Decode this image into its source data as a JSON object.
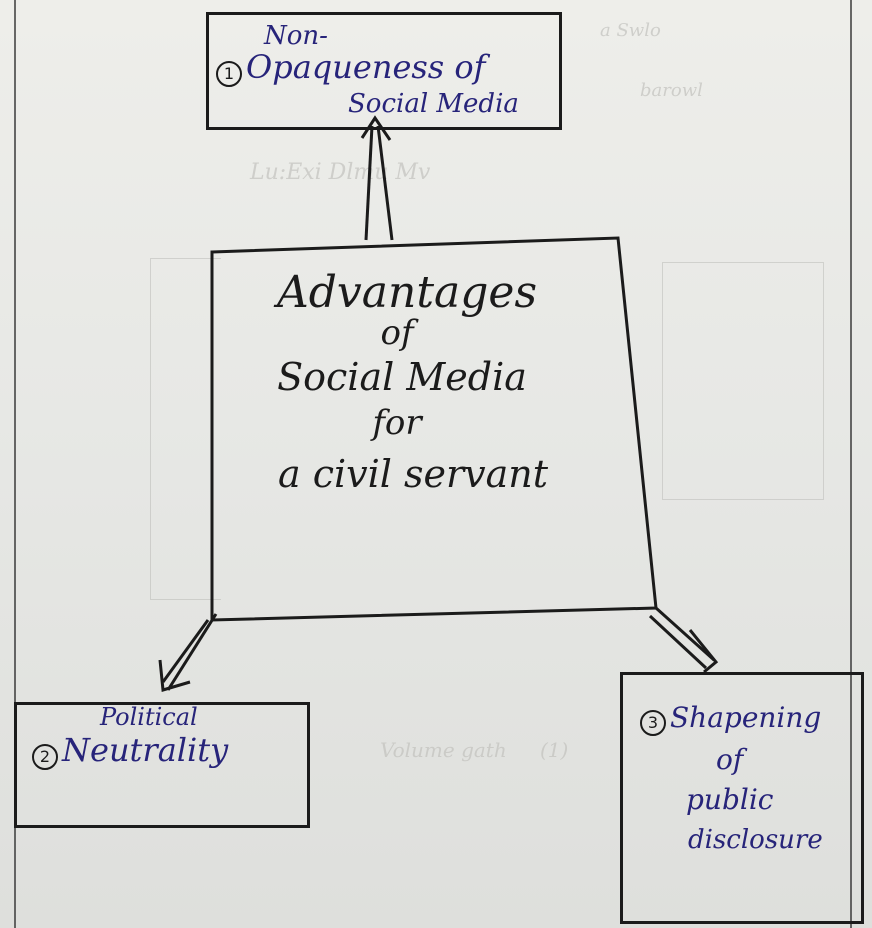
{
  "diagram": {
    "center": {
      "line1": "Advantages",
      "line2": "of",
      "line3": "Social Media",
      "line4": "for",
      "line5": "a civil servant"
    },
    "node1": {
      "number": "1",
      "line1": "Non-",
      "line2": "Opaqueness of",
      "line3": "Social Media"
    },
    "node2": {
      "number": "2",
      "line1": "Political",
      "line2": "Neutrality"
    },
    "node3": {
      "number": "3",
      "line1": "Shapening",
      "line2": "of",
      "line3": "public",
      "line4": "disclosure"
    }
  },
  "colors": {
    "ink": "#1b1b1b",
    "blue_ink": "#27247a",
    "paper": "#e6e7e4"
  }
}
